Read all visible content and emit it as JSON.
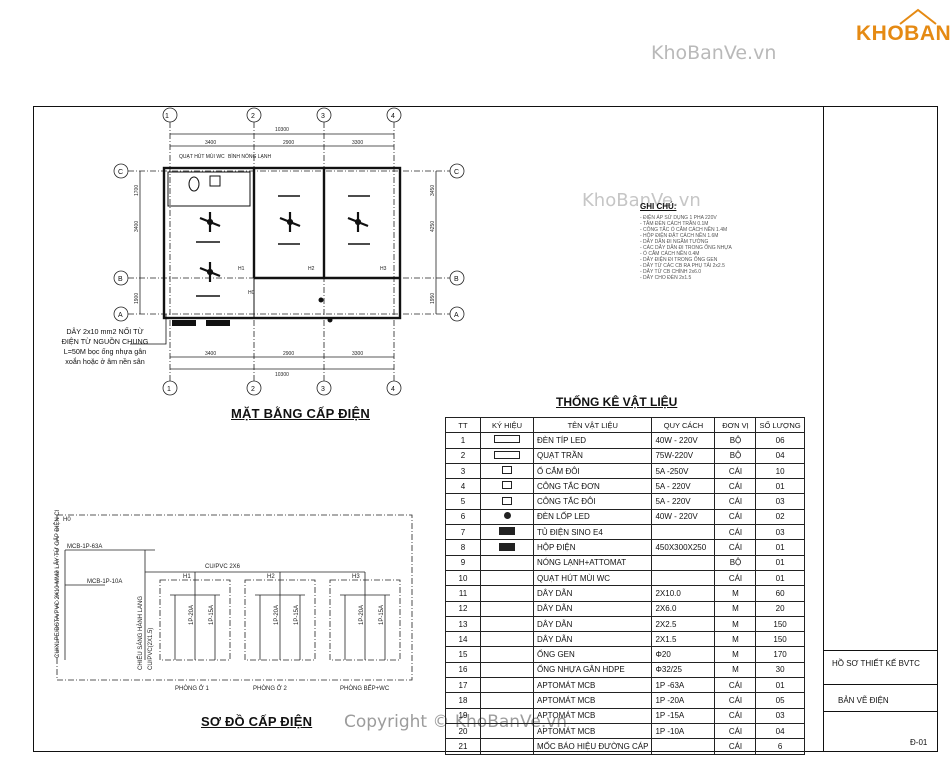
{
  "watermark": {
    "site": "KhoBanVe.vn",
    "logo": "KHOBANVE",
    "mid": "KhoBanVe.vn",
    "copyright": "Copyright © KhoBanVe.vn"
  },
  "plan": {
    "title": "MẶT BẰNG CẤP ĐIỆN",
    "axes_num": [
      "1",
      "2",
      "3",
      "4"
    ],
    "axes_letter": [
      "C",
      "B",
      "A"
    ],
    "dim_total": "10300",
    "dims_top": [
      "3400",
      "2900",
      "3300"
    ],
    "dims_bottom": [
      "3400",
      "2900",
      "3300"
    ],
    "dim_left": [
      "1700",
      "3400",
      "1900"
    ],
    "dim_right": [
      "3450",
      "4250",
      "1950"
    ],
    "labels": [
      "QUẠT HÚT MÙI WC",
      "BÌNH NÓNG LẠNH",
      "H1",
      "H2",
      "H3",
      "H0"
    ],
    "note_supply": [
      "DÂY 2x10 mm2 NỐI TỪ",
      "ĐIỆN TỪ NGUỒN CHUNG",
      "L=50M bọc ống nhựa gân",
      "xoắn hoặc ở âm nền sân"
    ]
  },
  "notes": {
    "heading": "GHI CHÚ:",
    "lines": [
      "- ĐIỆN ÁP SỬ DỤNG 1 PHA 220V",
      "- TÂM ĐÈN CÁCH TRẦN 0.1M",
      "- CÔNG TẮC Ổ CẮM CÁCH NỀN 1.4M",
      "- HỘP ĐIỆN ĐẶT CÁCH NỀN 1.6M",
      "- DÂY DẪN ĐI NGẦM TƯỜNG",
      "- CÁC DÂY DẪN ĐI TRONG ỐNG NHỰA",
      "- Ổ CẮM CÁCH NỀN 0.4M",
      "- DÂY ĐIỆN ĐI TRONG ỐNG GEN",
      "- DÂY TỪ CÁC CB RA PHỤ TẢI 2x2.5",
      "- DÂY TỪ CB CHÍNH 2x6.0",
      "- DÂY CHO ĐÈN 2x1.5"
    ]
  },
  "schematic": {
    "title": "SƠ ĐỒ CẤP ĐIỆN",
    "main_breaker": "MCB-1P-63A",
    "sub_breaker": "MCB-1P-10A",
    "feeder": "CU/PVC 2X6",
    "cable_vertical": "CU/XLPE/DSTA/PVC 2X10 MM2 LẤY TỪ CẤP ĐIỆN CHUNG",
    "h0": "H0",
    "branch_left": [
      "CHIẾU SÁNG HÀNH LANG",
      "CU/PVC(2X1.5)"
    ],
    "groups": [
      {
        "name": "H1",
        "room": "PHÒNG Ở 1"
      },
      {
        "name": "H2",
        "room": "PHÒNG Ở 2"
      },
      {
        "name": "H3",
        "room": "PHÒNG BẾP+WC"
      }
    ],
    "breakers": [
      "1P-20A",
      "1P-15A"
    ]
  },
  "table": {
    "title": "THỐNG KÊ VẬT LIỆU",
    "headers": [
      "TT",
      "KÝ HIỆU",
      "TÊN VẬT LIỆU",
      "QUY CÁCH",
      "ĐƠN VỊ",
      "SỐ LƯỢNG"
    ],
    "rows": [
      [
        "1",
        "",
        "ĐÈN TÍP LED",
        "40W - 220V",
        "BỘ",
        "06"
      ],
      [
        "2",
        "",
        "QUẠT TRẦN",
        "75W-220V",
        "BỘ",
        "04"
      ],
      [
        "3",
        "",
        "Ổ CẮM ĐÔI",
        "5A -250V",
        "CÁI",
        "10"
      ],
      [
        "4",
        "",
        "CÔNG TẮC ĐƠN",
        "5A - 220V",
        "CÁI",
        "01"
      ],
      [
        "5",
        "",
        "CÔNG TẮC ĐÔI",
        "5A - 220V",
        "CÁI",
        "03"
      ],
      [
        "6",
        "",
        "ĐÈN LỐP LED",
        "40W - 220V",
        "CÁI",
        "02"
      ],
      [
        "7",
        "",
        "TỦ ĐIỆN SINO E4",
        "",
        "CÁI",
        "03"
      ],
      [
        "8",
        "",
        "HỘP ĐIỆN",
        "450X300X250",
        "CÁI",
        "01"
      ],
      [
        "9",
        "",
        "NÓNG LẠNH+ATTOMAT",
        "",
        "BỘ",
        "01"
      ],
      [
        "10",
        "",
        "QUẠT HÚT MÙI WC",
        "",
        "CÁI",
        "01"
      ],
      [
        "11",
        "",
        "DÂY DẪN",
        "2X10.0",
        "M",
        "60"
      ],
      [
        "12",
        "",
        "DÂY DẪN",
        "2X6.0",
        "M",
        "20"
      ],
      [
        "13",
        "",
        "DÂY DẪN",
        "2X2.5",
        "M",
        "150"
      ],
      [
        "14",
        "",
        "DÂY DẪN",
        "2X1.5",
        "M",
        "150"
      ],
      [
        "15",
        "",
        "ỐNG GEN",
        "Φ20",
        "M",
        "170"
      ],
      [
        "16",
        "",
        "ỐNG NHỰA GÂN HDPE",
        "Φ32/25",
        "M",
        "30"
      ],
      [
        "17",
        "",
        "APTOMÁT MCB",
        "1P -63A",
        "CÁI",
        "01"
      ],
      [
        "18",
        "",
        "APTOMÁT MCB",
        "1P -20A",
        "CÁI",
        "05"
      ],
      [
        "19",
        "",
        "APTOMÁT MCB",
        "1P -15A",
        "CÁI",
        "03"
      ],
      [
        "20",
        "",
        "APTOMÁT MCB",
        "1P -10A",
        "CÁI",
        "04"
      ],
      [
        "21",
        "",
        "MỐC BÁO HIỆU ĐƯỜNG CÁP",
        "",
        "CÁI",
        "6"
      ]
    ]
  },
  "titleblock": {
    "project": "HỒ SƠ THIẾT KẾ BVTC",
    "drawing": "BẢN VẼ ĐIỆN",
    "sheet": "Đ-01"
  }
}
